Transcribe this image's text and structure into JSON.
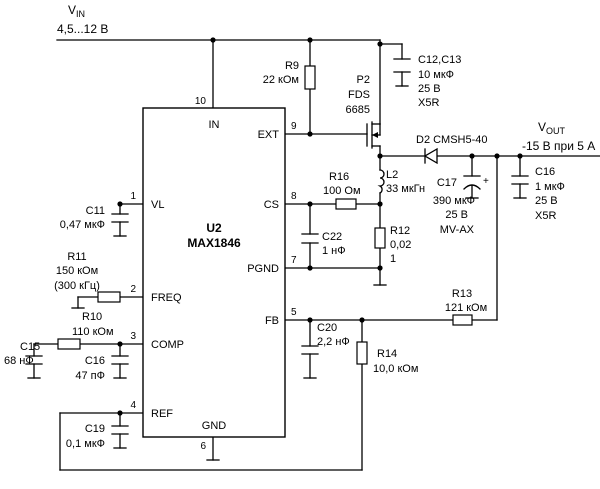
{
  "vin": {
    "label": "V",
    "sub": "IN",
    "range": "4,5...12 В"
  },
  "vout": {
    "label": "V",
    "sub": "OUT",
    "spec": "-15 В при 5 А"
  },
  "ic": {
    "ref": "U2",
    "part": "MAX1846",
    "pins": {
      "in": "IN",
      "ext": "EXT",
      "vl": "VL",
      "cs": "CS",
      "pgnd": "PGND",
      "freq": "FREQ",
      "comp": "COMP",
      "fb": "FB",
      "ref": "REF",
      "gnd": "GND"
    },
    "pin_numbers": {
      "in": "10",
      "ext": "9",
      "vl": "1",
      "cs": "8",
      "pgnd": "7",
      "freq": "2",
      "comp": "3",
      "fb": "5",
      "ref": "4",
      "gnd": "6"
    }
  },
  "components": {
    "r9": {
      "ref": "R9",
      "value": "22 кОм"
    },
    "p2": {
      "ref": "P2",
      "part1": "FDS",
      "part2": "6685"
    },
    "c12": {
      "ref": "C12,C13",
      "value": "10 мкФ",
      "voltage": "25 В",
      "type": "X5R"
    },
    "d2": {
      "ref": "D2 CMSH5-40"
    },
    "c16o": {
      "ref": "C16",
      "value": "1 мкФ",
      "voltage": "25 В",
      "type": "X5R"
    },
    "c17": {
      "ref": "C17",
      "value": "390 мкФ",
      "voltage": "25 В",
      "type": "MV-AX",
      "polarity": "+"
    },
    "l2": {
      "ref": "L2",
      "value": "33 мкГн"
    },
    "r16": {
      "ref": "R16",
      "value": "100 Ом"
    },
    "r12": {
      "ref": "R12",
      "value": "0,02",
      "note": "1"
    },
    "c22": {
      "ref": "C22",
      "value": "1 нФ"
    },
    "c11": {
      "ref": "C11",
      "value": "0,47 мкФ"
    },
    "r11": {
      "ref": "R11",
      "value": "150 кОм",
      "note": "(300 кГц)"
    },
    "r10": {
      "ref": "R10",
      "value": "110 кОм"
    },
    "c15": {
      "ref": "C15",
      "value": "68 нФ"
    },
    "c16": {
      "ref": "C16",
      "value": "47 пФ"
    },
    "r13": {
      "ref": "R13",
      "value": "121 кОм"
    },
    "c20": {
      "ref": "C20",
      "value": "2,2 нФ"
    },
    "r14": {
      "ref": "R14",
      "value": "10,0 кОм"
    },
    "c19": {
      "ref": "C19",
      "value": "0,1 мкФ"
    }
  }
}
